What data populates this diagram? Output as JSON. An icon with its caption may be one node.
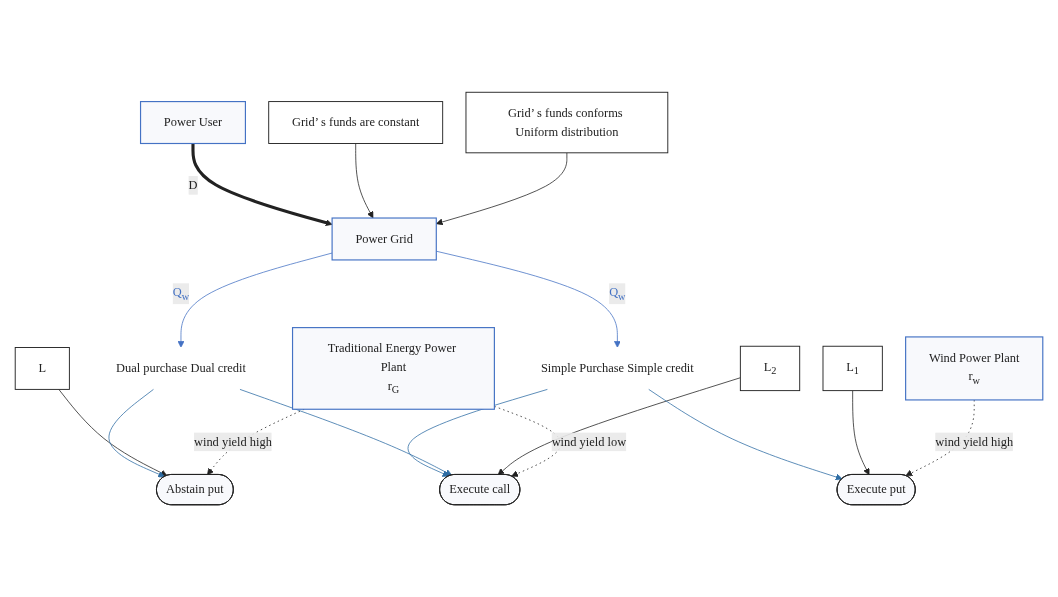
{
  "diagram": {
    "nodes": [
      {
        "text": [
          "Traditional Energy Power Plant",
          "r$_{G}$"
        ]
      },
      {
        "text": [
          "Wind Power Plant",
          "r$_{w}$"
        ]
      },
      {
        "text": [
          "Execute call"
        ]
      },
      {
        "text": [
          "Abstain put"
        ]
      },
      {
        "text": [
          "Execute put"
        ]
      },
      {
        "text": [
          "L$_{2}$"
        ]
      },
      {
        "text": [
          "L"
        ]
      },
      {
        "text": [
          "L$_{1}$"
        ]
      },
      {
        "text": [
          "Dual purchase Dual credit"
        ]
      },
      {
        "text": [
          "Simple Purchase Simple credit"
        ]
      },
      {
        "text": [
          "Power Grid"
        ]
      },
      {
        "text": [
          "Grid’ s funds conforms Uniform distribution"
        ]
      },
      {
        "text": [
          "Grid’ s funds are constant"
        ]
      },
      {
        "text": [
          "Power User"
        ]
      }
    ],
    "edges": [
      {
        "from": 0,
        "to": 2,
        "arrow": "to",
        "label": "wind yield low",
        "style": "dashed"
      },
      {
        "from": 0,
        "to": 3,
        "arrow": "to",
        "label": "wind yield high",
        "style": "dashed"
      },
      {
        "from": 1,
        "to": 4,
        "arrow": "to",
        "label": "wind yield high",
        "style": "dashed"
      },
      {
        "from": 5,
        "to": 2,
        "arrow": "to"
      },
      {
        "from": 6,
        "to": 3,
        "arrow": "to"
      },
      {
        "from": 7,
        "to": 4,
        "arrow": "to"
      },
      {
        "from": 8,
        "to": 2,
        "arrow": "to",
        "color": "#2e6da4"
      },
      {
        "from": 8,
        "to": 3,
        "arrow": "to",
        "color": "#2e6da4"
      },
      {
        "from": 9,
        "to": 2,
        "arrow": "to",
        "color": "#2e6da4"
      },
      {
        "from": 9,
        "to": 4,
        "arrow": "to",
        "color": "#2e6da4"
      },
      {
        "from": 10,
        "to": 8,
        "arrow": "to",
        "label": "Q$_{w}$",
        "color": "#4472c4"
      },
      {
        "from": 10,
        "to": 9,
        "arrow": "to",
        "label": "Q$_{w}$",
        "color": "#4472c4"
      },
      {
        "from": 11,
        "to": 10,
        "arrow": "to"
      },
      {
        "from": 12,
        "to": 10,
        "arrow": "to"
      },
      {
        "from": 13,
        "to": 10,
        "arrow": "to",
        "label": "D",
        "style": "thick"
      }
    ]
  }
}
